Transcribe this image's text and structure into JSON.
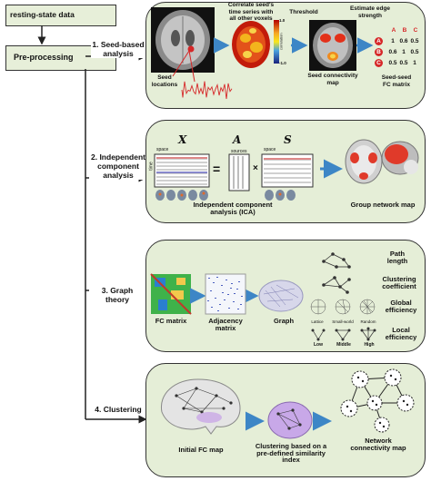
{
  "boxes": {
    "resting_state": "resting-state data",
    "preprocessing": "Pre-processing"
  },
  "steps": {
    "s1": "1. Seed-based\nanalysis",
    "s2": "2. Independent\ncomponent\nanalysis",
    "s3": "3. Graph theory",
    "s4": "4. Clustering"
  },
  "panel1": {
    "seed_locations": "Seed\nlocations",
    "correlate": "Correlate seed's\ntime series with\nall other voxels",
    "threshold": "Threshold",
    "estimate": "Estimate edge\nstrength",
    "seed_map": "Seed connectivity\nmap",
    "fc_matrix": "Seed-seed\nFC matrix",
    "colorbar_hi": "1.0",
    "colorbar_lo": "-1.0",
    "colorbar_lbl": "correlation",
    "matrix": {
      "headers": [
        "A",
        "B",
        "C"
      ],
      "rows": [
        {
          "label": "A",
          "values": [
            "1",
            "0.6",
            "0.5"
          ]
        },
        {
          "label": "B",
          "values": [
            "0.6",
            "1",
            "0.5"
          ]
        },
        {
          "label": "C",
          "values": [
            "0.5",
            "0.5",
            "1"
          ]
        }
      ]
    }
  },
  "panel2": {
    "x": "X",
    "eq": "=",
    "a": "A",
    "times": "×",
    "s": "S",
    "space": "space",
    "time": "time",
    "sources": "sources",
    "caption": "Independent component\nanalysis (ICA)",
    "group_map": "Group network map"
  },
  "panel3": {
    "fc_matrix": "FC matrix",
    "adjacency": "Adjacency\nmatrix",
    "graph": "Graph",
    "path_length": "Path\nlength",
    "clustering": "Clustering\ncoefficient",
    "global_eff": "Global\nefficiency",
    "local_eff": "Local\nefficiency",
    "lattice": "Lattice",
    "small_world": "Small-world",
    "random": "Random",
    "low": "Low",
    "middle": "Middle",
    "high": "High"
  },
  "panel4": {
    "initial": "Initial FC map",
    "clustering": "Clustering based on a\npre-defined similarity\nindex",
    "network_map": "Network\nconnectivity map"
  },
  "colors": {
    "panel_bg": "#e5eed7",
    "arrow": "#3d86c6",
    "seed_red": "#d62728"
  }
}
